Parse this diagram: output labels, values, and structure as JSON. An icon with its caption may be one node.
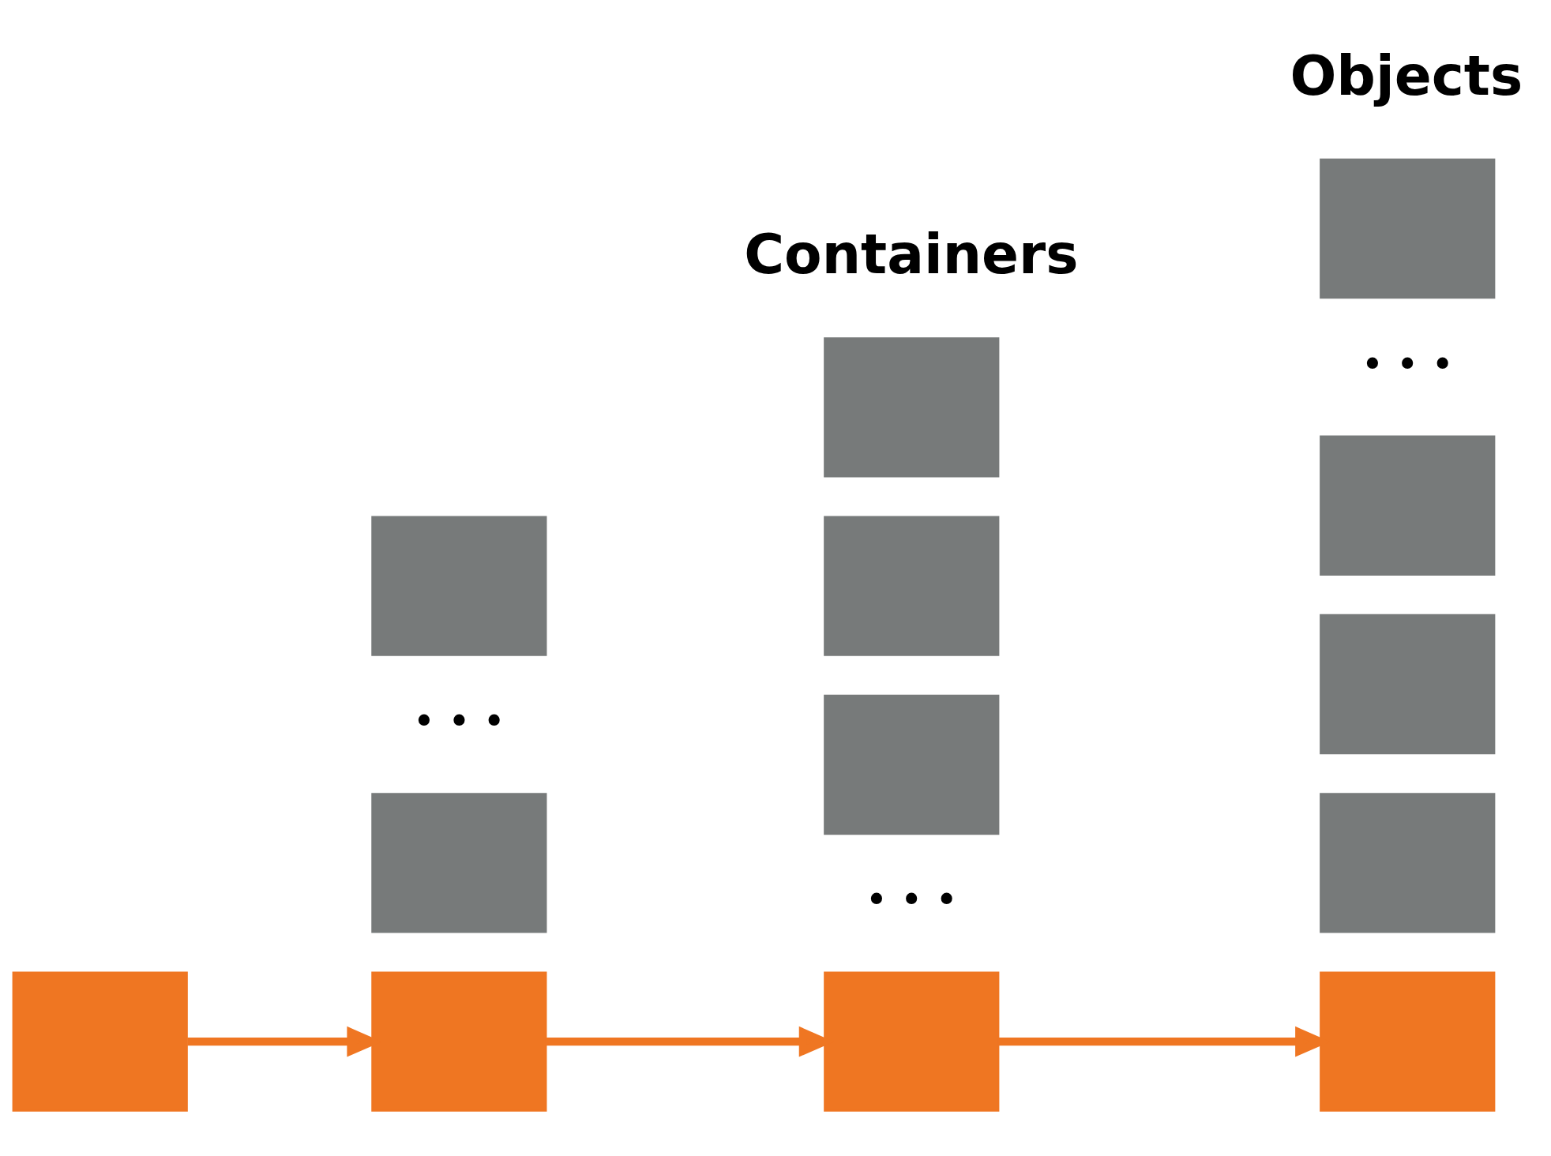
{
  "diagram": {
    "nodes": [
      {
        "text": [],
        "shape": "box"
      },
      {
        "text": [],
        "shape": "box"
      },
      {
        "text": [],
        "shape": "box"
      },
      {
        "text": [],
        "shape": "box"
      },
      {
        "text": [],
        "shape": "box"
      },
      {
        "text": [],
        "shape": "box"
      },
      {
        "text": [],
        "shape": "box"
      },
      {
        "text": [],
        "shape": "box"
      },
      {
        "text": [],
        "shape": "box"
      },
      {
        "text": [],
        "shape": "box"
      },
      {
        "text": [],
        "shape": "box"
      },
      {
        "text": [],
        "shape": "box"
      },
      {
        "text": [],
        "shape": "box"
      }
    ],
    "edges": [
      {
        "from": 0,
        "to": 2,
        "arrow": "to"
      },
      {
        "from": 2,
        "to": 7,
        "arrow": "to"
      },
      {
        "from": 7,
        "to": 9,
        "arrow": "to"
      }
    ],
    "labels": [
      "Containers",
      "Objects",
      "• • •",
      "• • •",
      "• • •"
    ]
  }
}
